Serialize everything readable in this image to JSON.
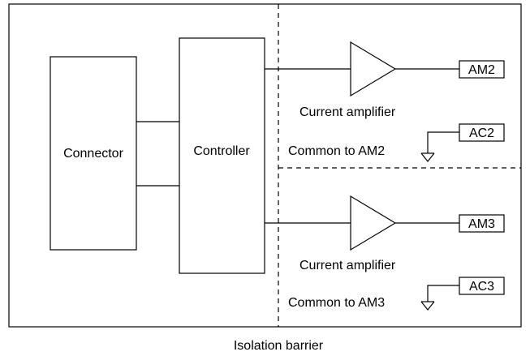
{
  "blocks": {
    "connector": "Connector",
    "controller": "Controller"
  },
  "channels": [
    {
      "amp_label": "Current amplifier",
      "output": "AM2",
      "common_label": "Common to AM2",
      "common_terminal": "AC2"
    },
    {
      "amp_label": "Current amplifier",
      "output": "AM3",
      "common_label": "Common to AM3",
      "common_terminal": "AC3"
    }
  ],
  "caption": "Isolation barrier"
}
